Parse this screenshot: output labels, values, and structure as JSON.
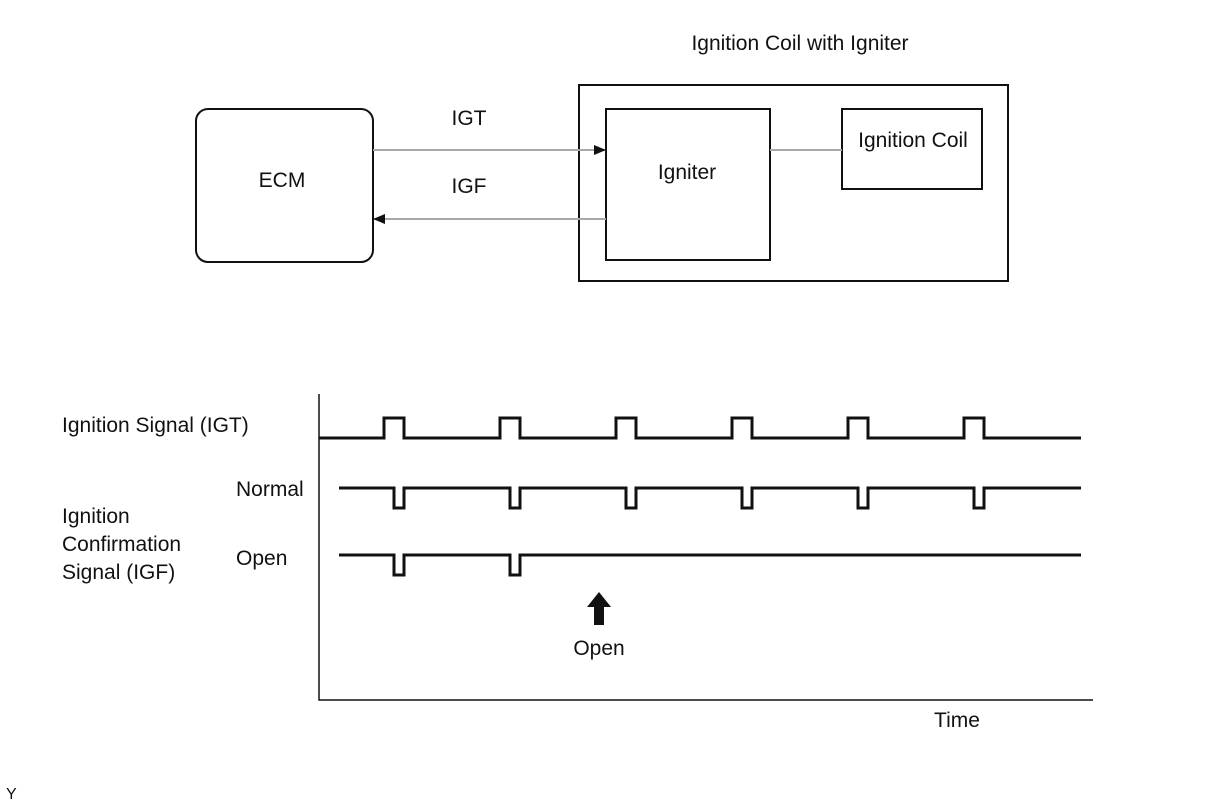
{
  "block_diagram": {
    "ecm_label": "ECM",
    "assembly_label": "Ignition Coil with Igniter",
    "igniter_label": "Igniter",
    "coil_label": "Ignition Coil",
    "igt_label": "IGT",
    "igf_label": "IGF"
  },
  "timing": {
    "igt_label": "Ignition Signal (IGT)",
    "igf_label_lines": [
      "Ignition",
      "Confirmation",
      "Signal (IGF)"
    ],
    "normal_label": "Normal",
    "open_label": "Open",
    "open_marker_label": "Open",
    "time_label": "Time",
    "pulse_count": 6,
    "open_case_pulse_count": 2
  },
  "footer": {
    "corner_mark": "Y"
  },
  "colors": {
    "line": "#111111",
    "connector": "#a8a8a8",
    "background": "#ffffff"
  }
}
